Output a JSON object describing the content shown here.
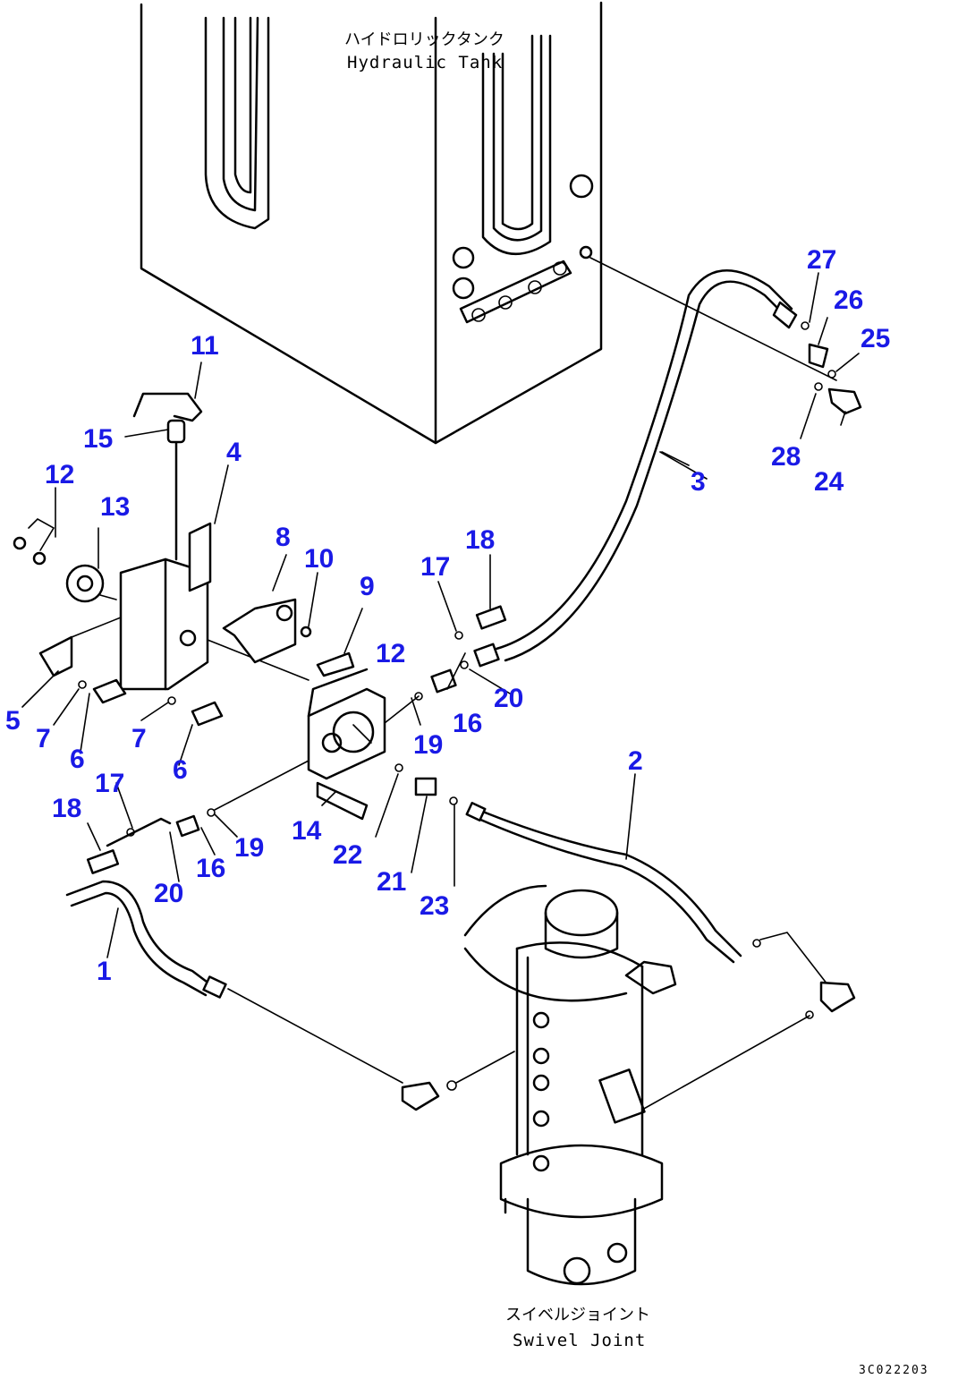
{
  "tank": {
    "label_jp": "ハイドロリックタンク",
    "label_en": "Hydraulic Tank"
  },
  "swivel": {
    "label_jp": "スイベルジョイント",
    "label_en": "Swivel Joint"
  },
  "drawing_code": "3C022203",
  "callouts": [
    {
      "id": "c1",
      "text": "1"
    },
    {
      "id": "c2",
      "text": "2"
    },
    {
      "id": "c3",
      "text": "3"
    },
    {
      "id": "c4",
      "text": "4"
    },
    {
      "id": "c5",
      "text": "5"
    },
    {
      "id": "c6a",
      "text": "6"
    },
    {
      "id": "c6b",
      "text": "6"
    },
    {
      "id": "c7a",
      "text": "7"
    },
    {
      "id": "c7b",
      "text": "7"
    },
    {
      "id": "c8",
      "text": "8"
    },
    {
      "id": "c9",
      "text": "9"
    },
    {
      "id": "c10",
      "text": "10"
    },
    {
      "id": "c11",
      "text": "11"
    },
    {
      "id": "c12a",
      "text": "12"
    },
    {
      "id": "c12b",
      "text": "12"
    },
    {
      "id": "c13",
      "text": "13"
    },
    {
      "id": "c14",
      "text": "14"
    },
    {
      "id": "c15",
      "text": "15"
    },
    {
      "id": "c16a",
      "text": "16"
    },
    {
      "id": "c16b",
      "text": "16"
    },
    {
      "id": "c17a",
      "text": "17"
    },
    {
      "id": "c17b",
      "text": "17"
    },
    {
      "id": "c18a",
      "text": "18"
    },
    {
      "id": "c18b",
      "text": "18"
    },
    {
      "id": "c19a",
      "text": "19"
    },
    {
      "id": "c19b",
      "text": "19"
    },
    {
      "id": "c20a",
      "text": "20"
    },
    {
      "id": "c20b",
      "text": "20"
    },
    {
      "id": "c21",
      "text": "21"
    },
    {
      "id": "c22",
      "text": "22"
    },
    {
      "id": "c23",
      "text": "23"
    },
    {
      "id": "c24",
      "text": "24"
    },
    {
      "id": "c25",
      "text": "25"
    },
    {
      "id": "c26",
      "text": "26"
    },
    {
      "id": "c27",
      "text": "27"
    },
    {
      "id": "c28",
      "text": "28"
    }
  ]
}
